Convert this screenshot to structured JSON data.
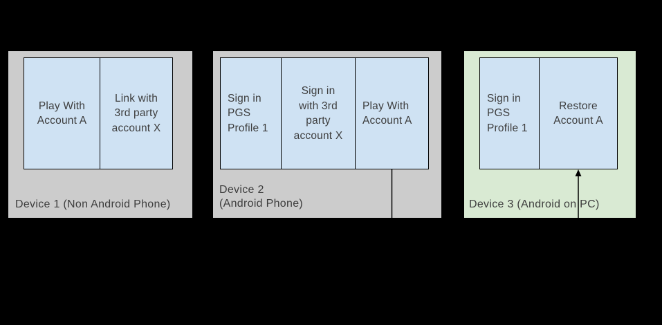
{
  "diagram": {
    "background_color": "#000000",
    "colors": {
      "panel_gray": "#cccccc",
      "panel_green": "#d9ead3",
      "step_blue": "#cfe2f3",
      "border": "#000000",
      "text": "#3d3d3d"
    },
    "devices": [
      {
        "label": "Device 1 (Non Android Phone)",
        "steps": [
          {
            "label": "Play With\nAccount A"
          },
          {
            "label": "Link with\n3rd party\naccount X"
          }
        ]
      },
      {
        "label": "Device 2\n(Android Phone)",
        "steps": [
          {
            "label": "Sign in\nPGS\nProfile 1"
          },
          {
            "label": "Sign in\nwith 3rd\nparty\naccount X"
          },
          {
            "label": "Play With\nAccount A"
          }
        ]
      },
      {
        "label": "Device 3 (Android on PC)",
        "steps": [
          {
            "label": "Sign in\nPGS\nProfile 1"
          },
          {
            "label": "Restore\nAccount A"
          }
        ]
      }
    ],
    "connector": {
      "from_device": "Device 2 (Android Phone)",
      "from_step": "Play With Account A",
      "to_device": "Device 3 (Android on PC)",
      "to_step": "Restore Account A",
      "arrow_direction": "up"
    }
  }
}
